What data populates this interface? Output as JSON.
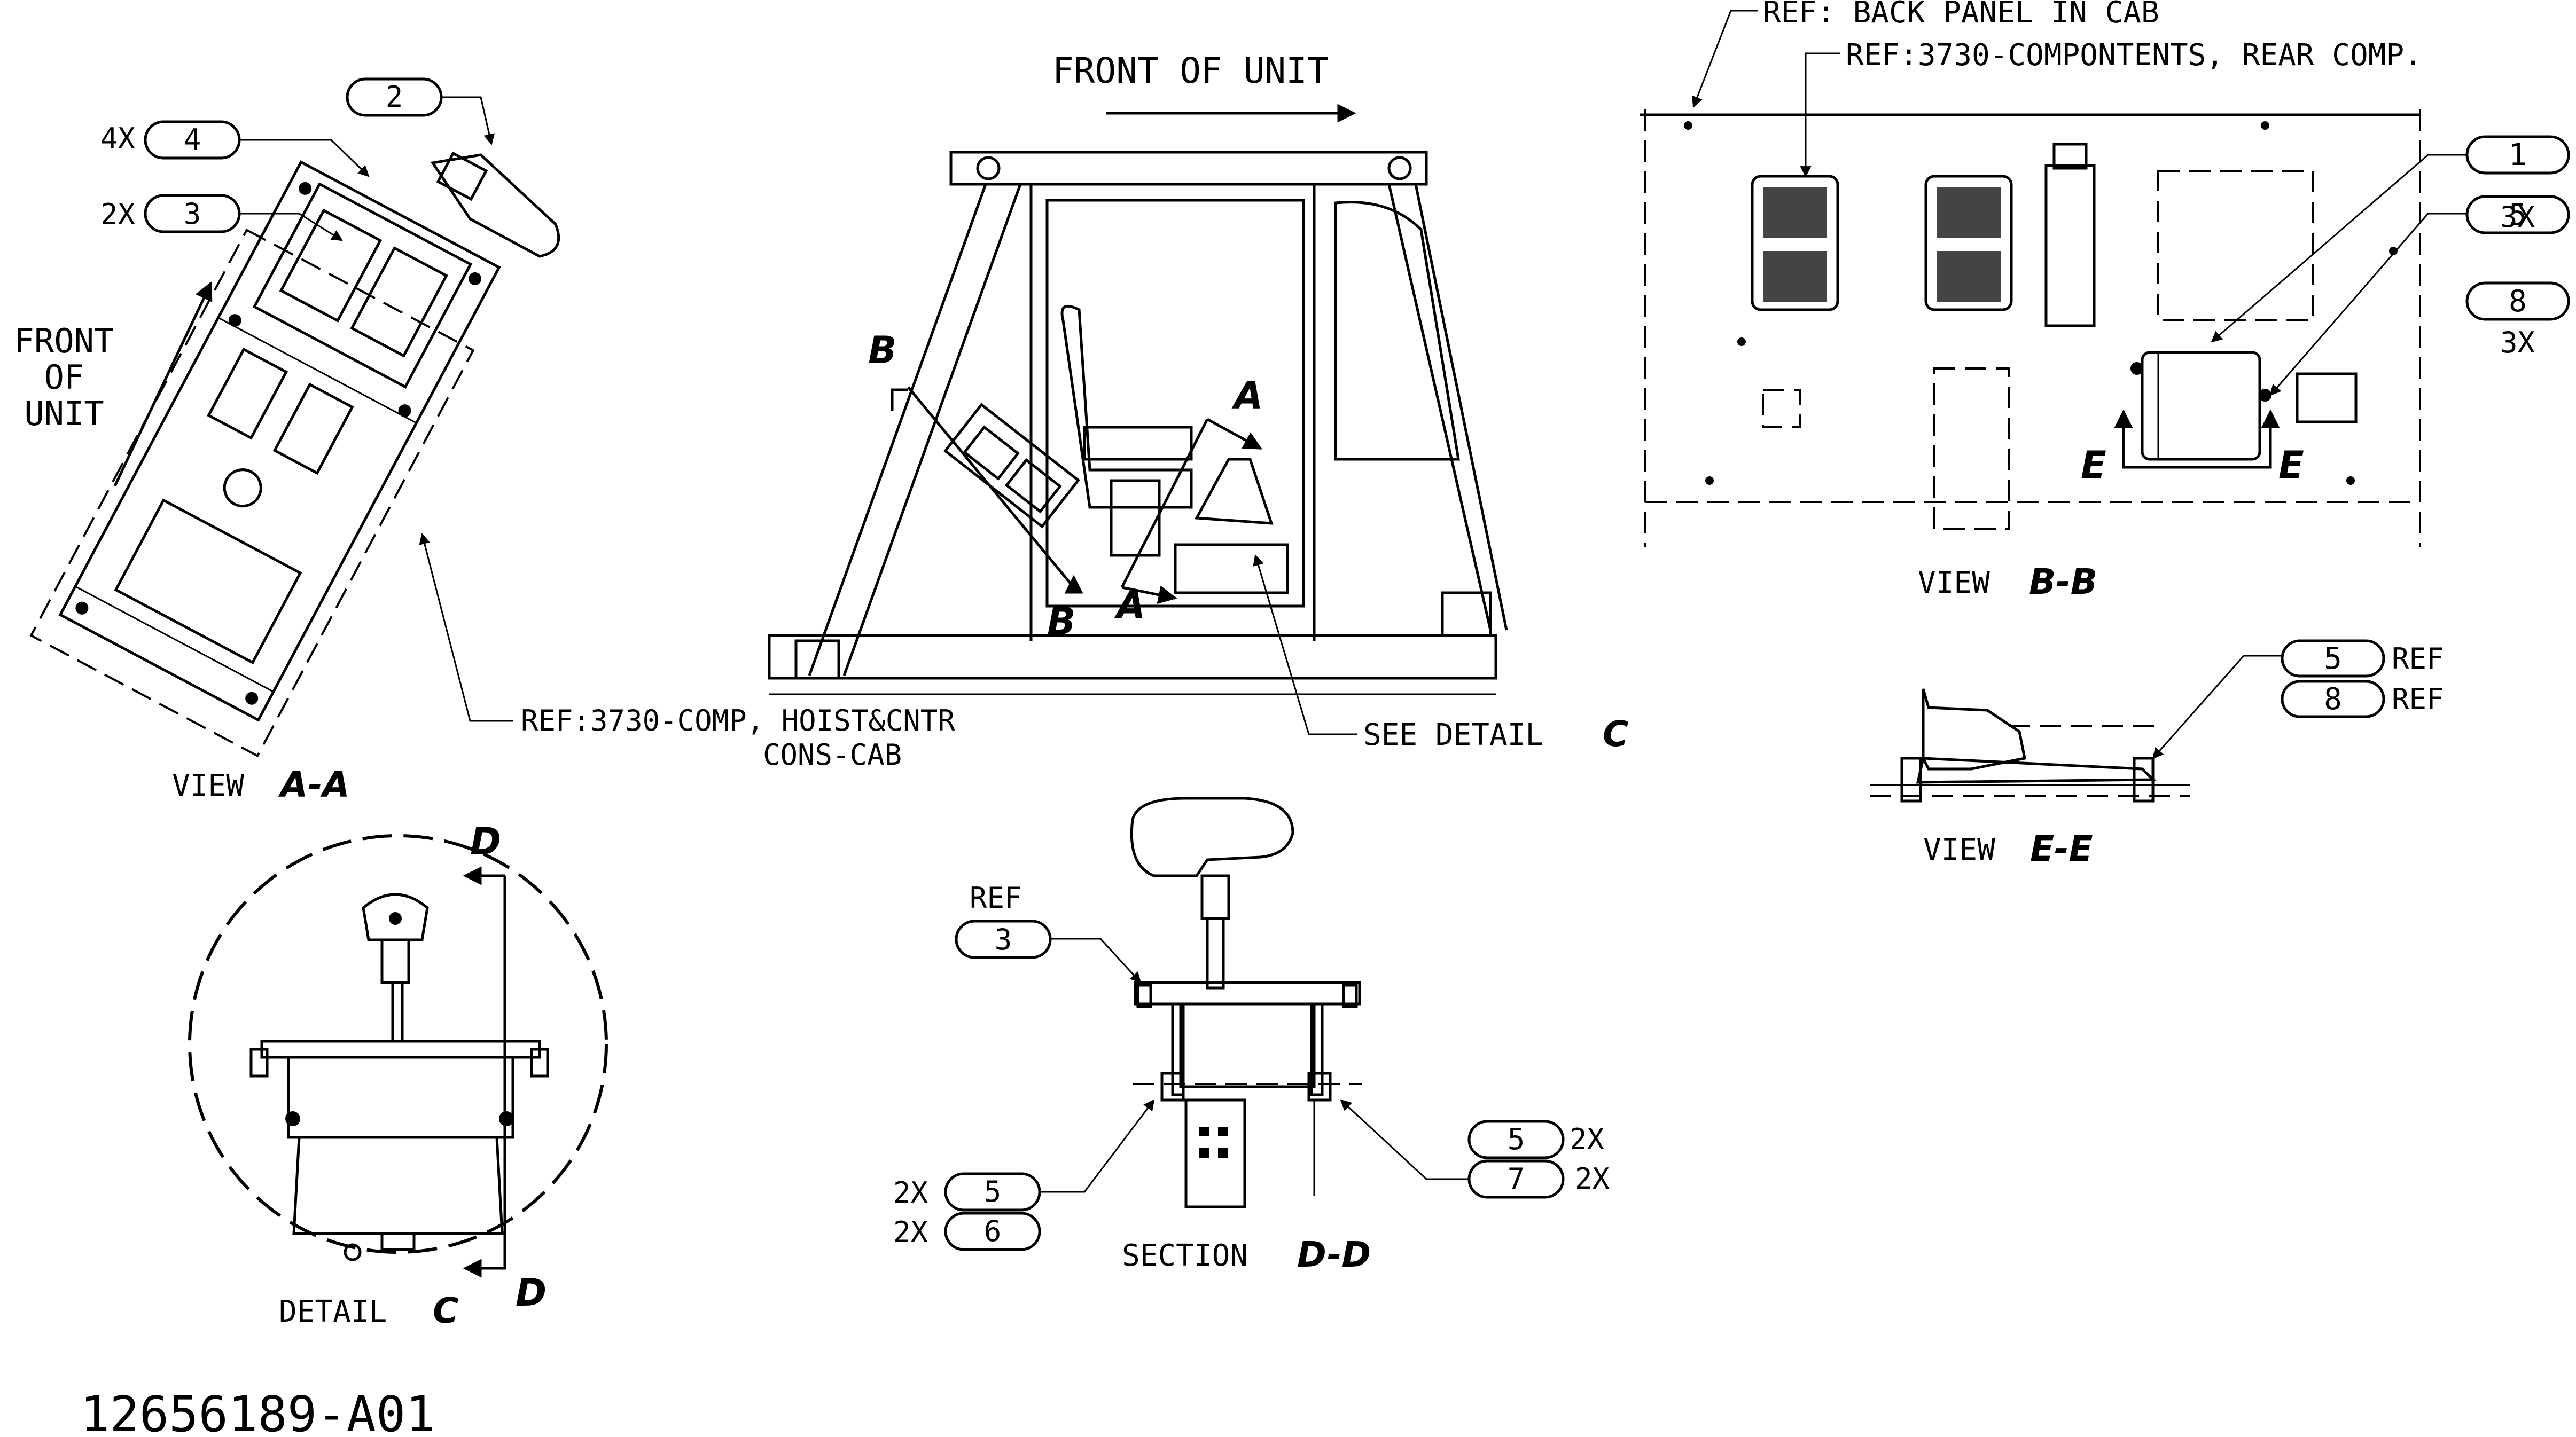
{
  "drawing_number": "12656189-A01",
  "view_aa": {
    "title": "VIEW",
    "letters": "A-A",
    "front_of_unit": [
      "FRONT",
      "OF",
      "UNIT"
    ],
    "callouts": [
      {
        "qty": "4X",
        "item": "4"
      },
      {
        "qty": "2X",
        "item": "3"
      },
      {
        "qty": "",
        "item": "2"
      }
    ],
    "ref_line1": "REF:3730-COMP, HOIST&CNTR",
    "ref_line2": "CONS-CAB"
  },
  "cab_view": {
    "front_of_unit": "FRONT OF UNIT",
    "see_detail": "SEE DETAIL",
    "see_detail_letter": "C",
    "markers": [
      "A",
      "A",
      "B",
      "B"
    ]
  },
  "view_bb": {
    "title": "VIEW",
    "letters": "B-B",
    "ref_back_panel": "REF: BACK PANEL IN CAB",
    "ref_components": "REF:3730-COMPONTENTS, REAR COMP.",
    "callouts": [
      {
        "qty": "",
        "item": "1"
      },
      {
        "qty": "3X",
        "item": "5"
      },
      {
        "qty": "3X",
        "item": "8"
      }
    ],
    "markers": [
      "E",
      "E"
    ]
  },
  "view_ee": {
    "title": "VIEW",
    "letters": "E-E",
    "callouts": [
      {
        "item": "5",
        "note": "REF"
      },
      {
        "item": "8",
        "note": "REF"
      }
    ]
  },
  "detail_c": {
    "title": "DETAIL",
    "letter": "C",
    "markers": [
      "D",
      "D"
    ]
  },
  "section_dd": {
    "title": "SECTION",
    "letters": "D-D",
    "ref_label": "REF",
    "callouts_left": [
      {
        "qty": "",
        "item": "3"
      },
      {
        "qty": "2X",
        "item": "5"
      },
      {
        "qty": "2X",
        "item": "6"
      }
    ],
    "callouts_right": [
      {
        "qty": "2X",
        "item": "5"
      },
      {
        "qty": "2X",
        "item": "7"
      }
    ]
  }
}
